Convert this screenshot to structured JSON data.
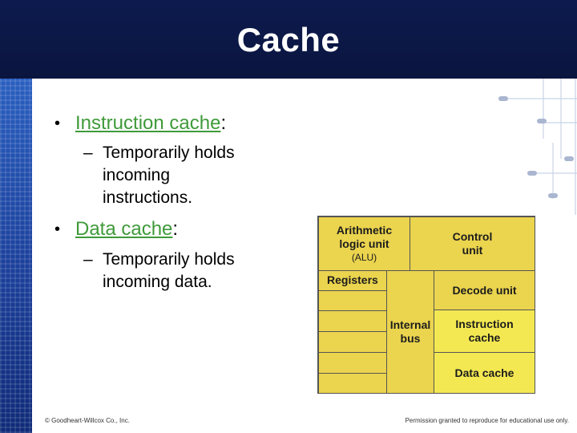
{
  "slide": {
    "title": "Cache",
    "bullets": [
      {
        "term": "Instruction cache",
        "suffix": ":",
        "sub_lines": [
          "Temporarily holds",
          "incoming",
          "instructions."
        ]
      },
      {
        "term": "Data cache",
        "suffix": ":",
        "sub_lines": [
          "Temporarily holds",
          "incoming data."
        ]
      }
    ]
  },
  "diagram": {
    "alu_lines": [
      "Arithmetic",
      "logic unit",
      "(ALU)"
    ],
    "control_lines": [
      "Control",
      "unit"
    ],
    "registers": "Registers",
    "internal_bus_lines": [
      "Internal",
      "bus"
    ],
    "decode_unit": "Decode unit",
    "instruction_cache_lines": [
      "Instruction",
      "cache"
    ],
    "data_cache": "Data cache",
    "colors": {
      "fill": "#ebd44e",
      "highlight": "#f4e852",
      "border": "#555555"
    }
  },
  "footer": {
    "left": "© Goodheart-Willcox Co., Inc.",
    "right": "Permission granted to reproduce for educational use only."
  }
}
